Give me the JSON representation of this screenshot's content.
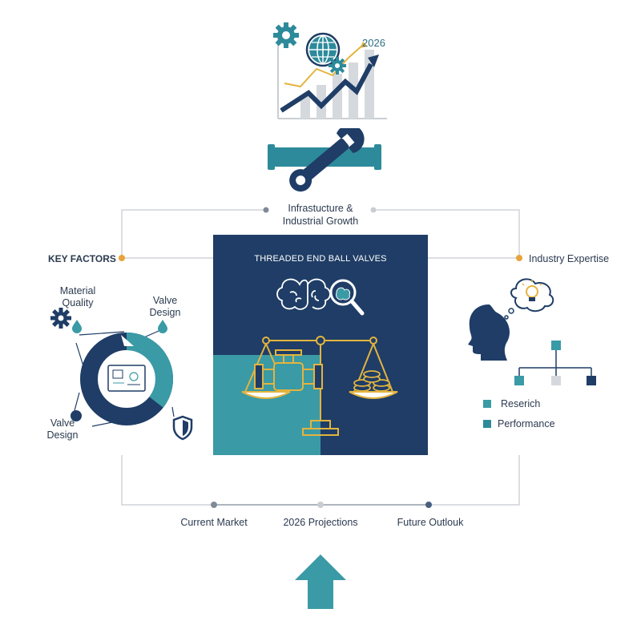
{
  "top": {
    "year": "2026",
    "infra_line1": "Infrastucture &",
    "infra_line2": "Industrial Growth"
  },
  "left": {
    "key_factors": "KEY FACTORS",
    "material_line1": "Material",
    "material_line2": "Quality",
    "valve_design_top_line1": "Valve",
    "valve_design_top_line2": "Design",
    "valve_design_bottom_line1": "Valve",
    "valve_design_bottom_line2": "Design"
  },
  "center": {
    "title": "THREADED END BALL VALVES"
  },
  "right": {
    "expertise": "Industry Expertise",
    "legend": [
      {
        "label": "Reserich",
        "color": "#3a9aa5"
      },
      {
        "label": "Performance",
        "color": "#2d8a9a"
      }
    ]
  },
  "bottom": {
    "timeline": [
      "Current Market",
      "2026 Projections",
      "Future Outlouk"
    ]
  },
  "colors": {
    "navy": "#1f3d66",
    "teal": "#3a9aa5",
    "gold": "#e3b43f",
    "orange": "#e8a33a",
    "gray": "#c9cdd3"
  }
}
